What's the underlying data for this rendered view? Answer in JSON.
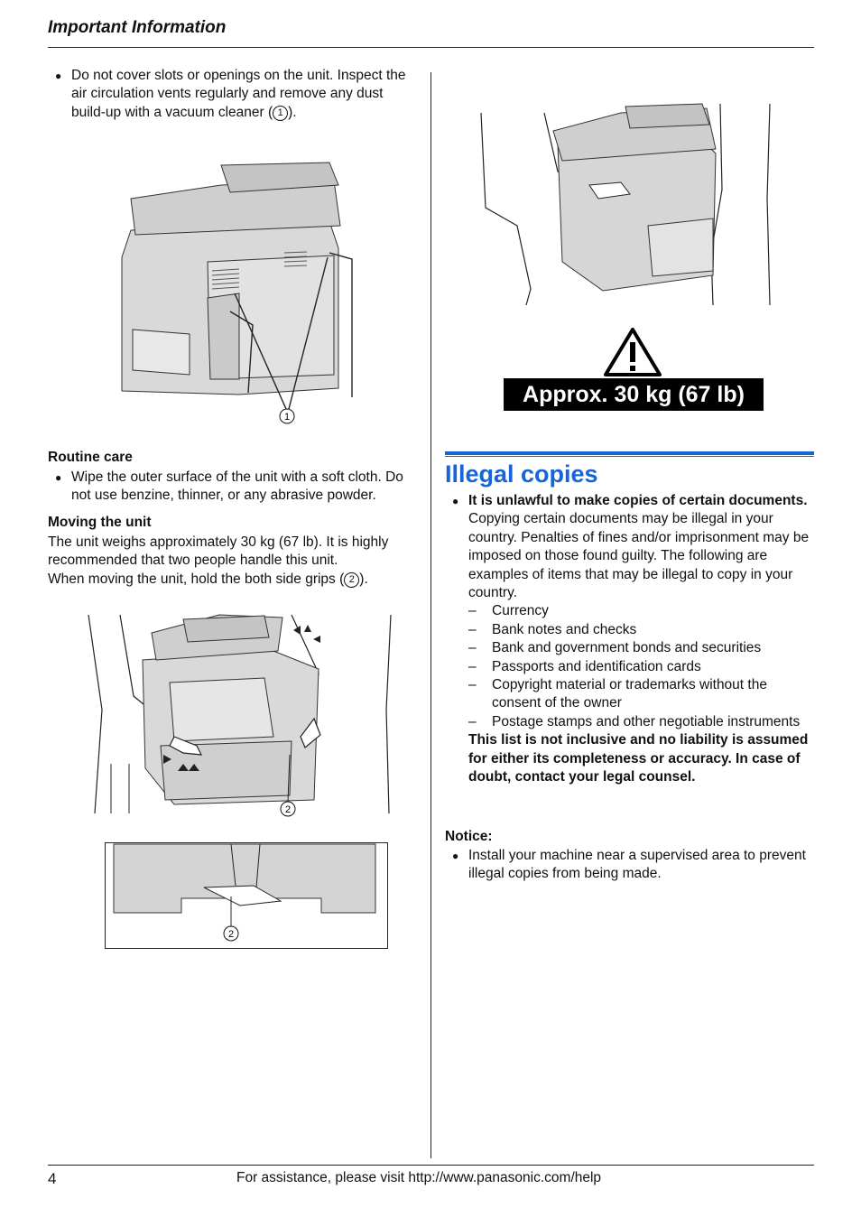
{
  "header": {
    "section_title": "Important Information"
  },
  "left": {
    "vent_text_before": "Do not cover slots or openings on the unit. Inspect the air circulation vents regularly and remove any dust build-up with a vacuum cleaner (",
    "vent_text_callout": "1",
    "vent_text_after": ").",
    "figure1_callout": "1",
    "routine_care": {
      "heading": "Routine care",
      "text": "Wipe the outer surface of the unit with a soft cloth. Do not use benzine, thinner, or any abrasive powder."
    },
    "moving": {
      "heading": "Moving the unit",
      "line1": "The unit weighs approximately 30 kg (67 lb). It is highly",
      "line2": "recommended that two people handle this unit.",
      "line3_before": "When moving the unit, hold the both side grips (",
      "line3_callout": "2",
      "line3_after": ")."
    },
    "figure2_callout": "2",
    "figure3_callout": "2"
  },
  "right": {
    "weight_label": "Approx. 30 kg (67 lb)",
    "illegal": {
      "title": "Illegal copies",
      "bold_intro": "It is unlawful to make copies of certain documents.",
      "body": "Copying certain documents may be illegal in your country. Penalties of fines and/or imprisonment may be imposed on those found guilty. The following are examples of items that may be illegal to copy in your country.",
      "items": [
        "Currency",
        "Bank notes and checks",
        "Bank and government bonds and securities",
        "Passports and identification cards",
        "Copyright material or trademarks without the consent of the owner",
        "Postage stamps and other negotiable instruments"
      ],
      "disclaimer": "This list is not inclusive and no liability is assumed for either its completeness or accuracy. In case of doubt, contact your legal counsel."
    },
    "notice": {
      "heading": "Notice:",
      "text": "Install your machine near a supervised area to prevent illegal copies from being made."
    }
  },
  "footer": {
    "page_number": "4",
    "text": "For assistance, please visit http://www.panasonic.com/help"
  }
}
